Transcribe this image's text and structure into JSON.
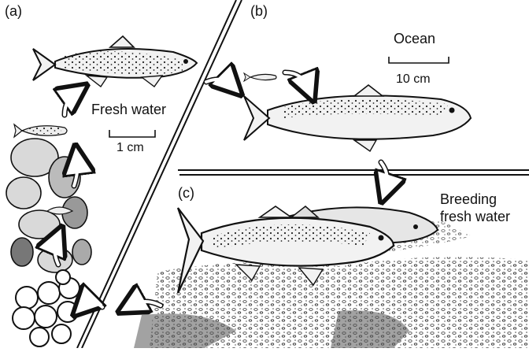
{
  "labels": {
    "panel_a": "(a)",
    "panel_b": "(b)",
    "panel_c": "(c)",
    "fresh_water": "Fresh water",
    "scale_small": "1 cm",
    "ocean": "Ocean",
    "scale_large": "10 cm",
    "breeding_line1": "Breeding",
    "breeding_line2": "fresh water"
  },
  "colors": {
    "ink": "#111111",
    "fish_fill": "#f2f2f2",
    "stone_fill": "#d9d9d9",
    "background": "#ffffff"
  },
  "icons": {
    "arrow": "curved-arrow-icon",
    "fish": "salmon-icon",
    "egg": "egg-icon"
  }
}
